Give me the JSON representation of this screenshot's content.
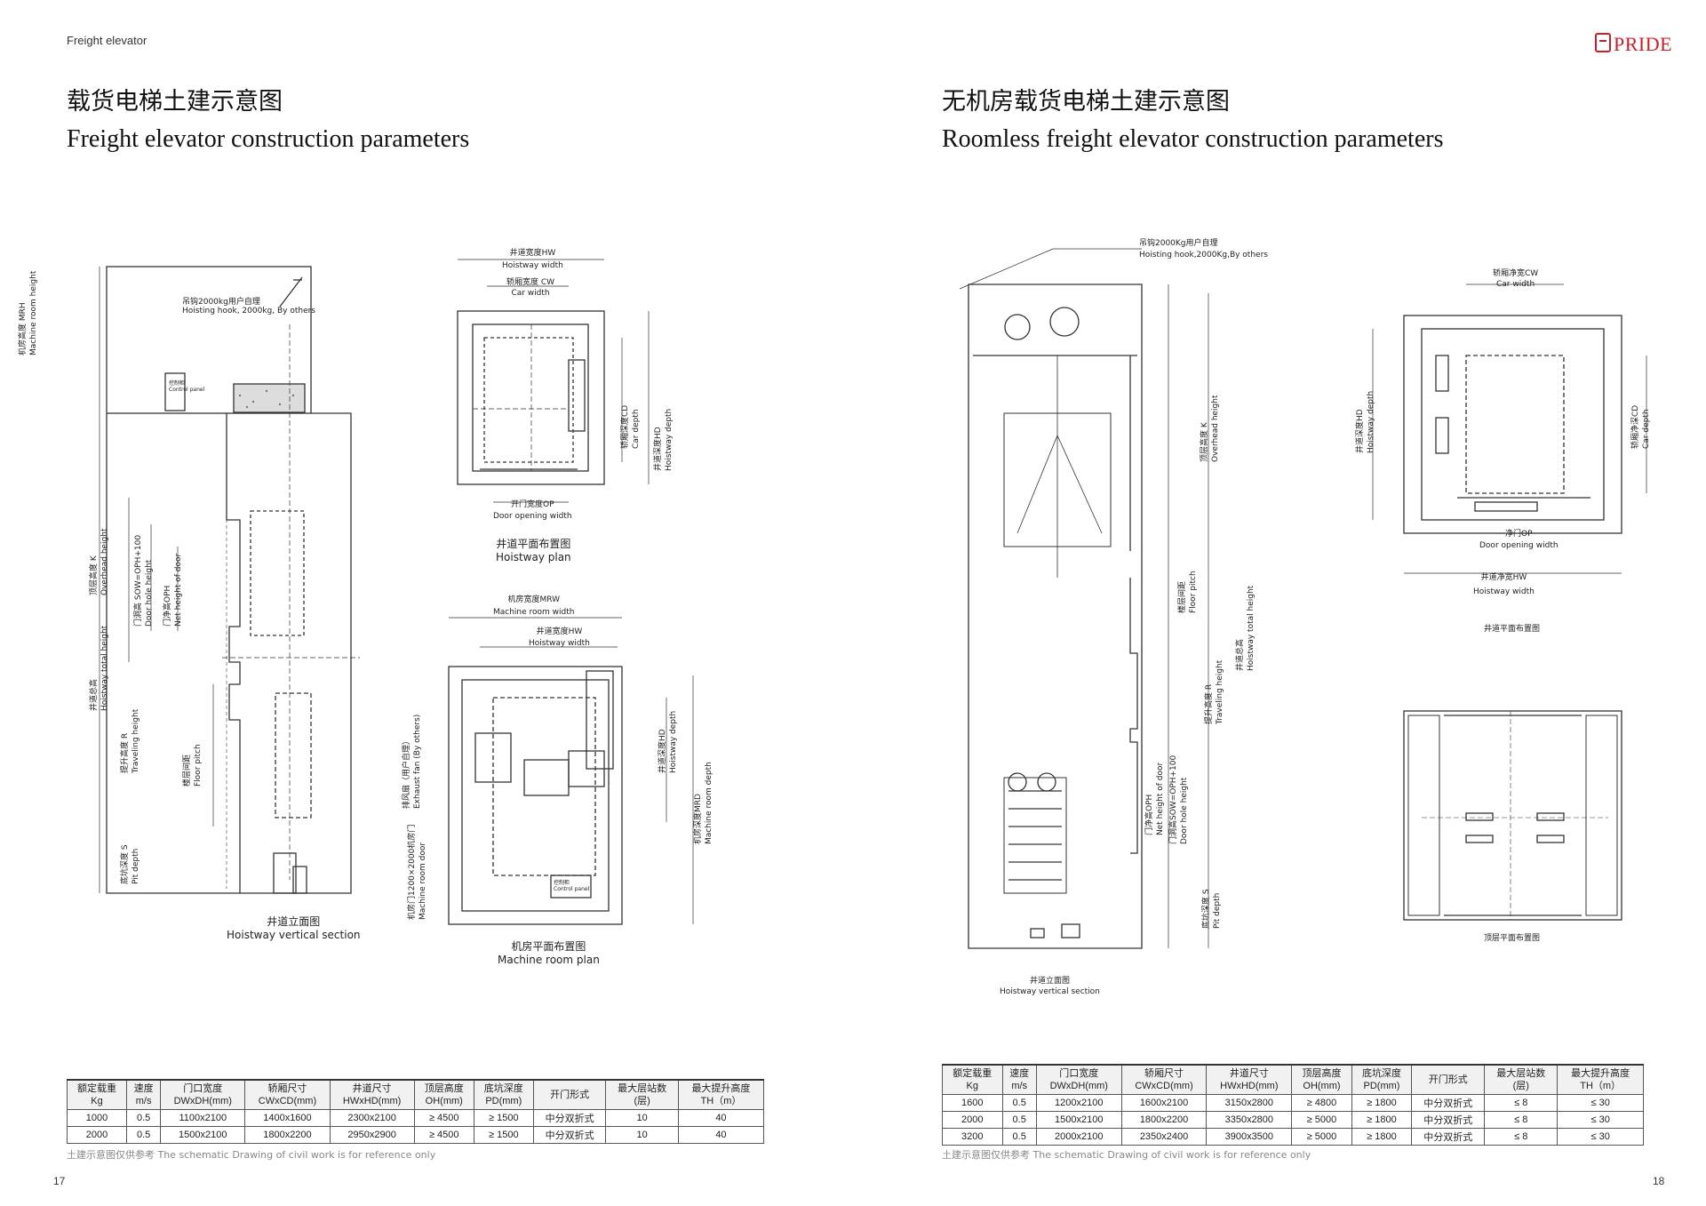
{
  "header": {
    "section": "Freight elevator",
    "brand": "PRIDE"
  },
  "left": {
    "title_cn": "载货电梯土建示意图",
    "title_en": "Freight elevator construction parameters",
    "section_caption": [
      "井道立面图",
      "Hoistway vertical section"
    ],
    "plan_caption": [
      "井道平面布置图",
      "Hoistway plan"
    ],
    "machine_caption": [
      "机房平面布置图",
      "Machine room plan"
    ],
    "labels": {
      "hook": [
        "吊钩2000kg用户自理",
        "Hoisting hook, 2000kg, By others"
      ],
      "control": [
        "控制柜",
        "Control panel"
      ],
      "mrh": [
        "机房高度 MRH",
        "Machine room height"
      ],
      "k": [
        "顶层高度 K",
        "Overhead height"
      ],
      "sow": [
        "门洞高 SOW=OPH+100",
        "Door hole height"
      ],
      "oph": [
        "门净高OPH",
        "Net height of door"
      ],
      "total": [
        "井道总高",
        "Hoistway total height"
      ],
      "r": [
        "提升高度 R",
        "Traveling height"
      ],
      "floor": [
        "楼层间距",
        "Floor pitch"
      ],
      "pit": [
        "底坑深度 S",
        "Pit depth"
      ],
      "hw": [
        "井道宽度HW",
        "Hoistway width"
      ],
      "cw": [
        "轿厢宽度 CW",
        "Car width"
      ],
      "cd": [
        "轿厢深度CD",
        "Car depth"
      ],
      "hd": [
        "井道深度HD",
        "Hoistway depth"
      ],
      "op": [
        "开门宽度OP",
        "Door opening width"
      ],
      "mrw": [
        "机房宽度MRW",
        "Machine room width"
      ],
      "mrd": [
        "机房深度MRD",
        "Machine room depth"
      ],
      "fan": [
        "排风扇（用户自理）",
        "Exhaust fan (By others)"
      ],
      "mrdoor": [
        "机房门1200×2000机房门",
        "Machine room door"
      ]
    },
    "table": {
      "headers": [
        [
          "额定载重",
          "Kg"
        ],
        [
          "速度",
          "m/s"
        ],
        [
          "门口宽度",
          "DWxDH(mm)"
        ],
        [
          "轿厢尺寸",
          "CWxCD(mm)"
        ],
        [
          "井道尺寸",
          "HWxHD(mm)"
        ],
        [
          "顶层高度",
          "OH(mm)"
        ],
        [
          "底坑深度",
          "PD(mm)"
        ],
        [
          "开门形式",
          ""
        ],
        [
          "最大层站数",
          "(层)"
        ],
        [
          "最大提升高度",
          "TH（m）"
        ]
      ],
      "rows": [
        [
          "1000",
          "0.5",
          "1100x2100",
          "1400x1600",
          "2300x2100",
          "≥ 4500",
          "≥ 1500",
          "中分双折式",
          "10",
          "40"
        ],
        [
          "2000",
          "0.5",
          "1500x2100",
          "1800x2200",
          "2950x2900",
          "≥ 4500",
          "≥ 1500",
          "中分双折式",
          "10",
          "40"
        ]
      ]
    },
    "note": "土建示意图仅供参考   The schematic Drawing of civil work is for reference only",
    "page": "17"
  },
  "right": {
    "title_cn": "无机房载货电梯土建示意图",
    "title_en": "Roomless freight elevator  construction parameters",
    "section_caption": [
      "井道立面图",
      "Hoistway vertical section"
    ],
    "plan_caption": "井道平面布置图",
    "top_caption": "顶层平面布置图",
    "labels": {
      "hook": [
        "吊钩2000Kg用户自理",
        "Hoisting hook,2000Kg,By others"
      ],
      "k": [
        "顶层高度 K",
        "Overhead height"
      ],
      "floor": [
        "楼层间距",
        "Floor pitch"
      ],
      "total": [
        "井道总高",
        "Hoistway total height"
      ],
      "r": [
        "提升高度 R",
        "Traveling height"
      ],
      "oph": [
        "门净高OPH",
        "Net height of door"
      ],
      "sow": [
        "门洞高SOW=OPH+100",
        "Door hole height"
      ],
      "pit": [
        "底坑深度 S",
        "Pit depth"
      ],
      "cw": [
        "轿厢净宽CW",
        "Car width"
      ],
      "hd": [
        "井道深度HD",
        "Hoistway depth"
      ],
      "cd": [
        "轿厢净深CD",
        "Car depth"
      ],
      "op": [
        "净门OP",
        "Door opening width"
      ],
      "hw": [
        "井道净宽HW",
        "Hoistway width"
      ]
    },
    "table": {
      "headers": [
        [
          "额定载重",
          "Kg"
        ],
        [
          "速度",
          "m/s"
        ],
        [
          "门口宽度",
          "DWxDH(mm)"
        ],
        [
          "轿厢尺寸",
          "CWxCD(mm)"
        ],
        [
          "井道尺寸",
          "HWxHD(mm)"
        ],
        [
          "顶层高度",
          "OH(mm)"
        ],
        [
          "底坑深度",
          "PD(mm)"
        ],
        [
          "开门形式",
          ""
        ],
        [
          "最大层站数",
          "(层)"
        ],
        [
          "最大提升高度",
          "TH（m）"
        ]
      ],
      "rows": [
        [
          "1600",
          "0.5",
          "1200x2100",
          "1600x2100",
          "3150x2800",
          "≥ 4800",
          "≥ 1800",
          "中分双折式",
          "≤ 8",
          "≤ 30"
        ],
        [
          "2000",
          "0.5",
          "1500x2100",
          "1800x2200",
          "3350x2800",
          "≥ 5000",
          "≥ 1800",
          "中分双折式",
          "≤ 8",
          "≤ 30"
        ],
        [
          "3200",
          "0.5",
          "2000x2100",
          "2350x2400",
          "3900x3500",
          "≥ 5000",
          "≥ 1800",
          "中分双折式",
          "≤ 8",
          "≤ 30"
        ]
      ]
    },
    "note": "土建示意图仅供参考   The schematic Drawing of civil work is for reference only",
    "page": "18"
  }
}
